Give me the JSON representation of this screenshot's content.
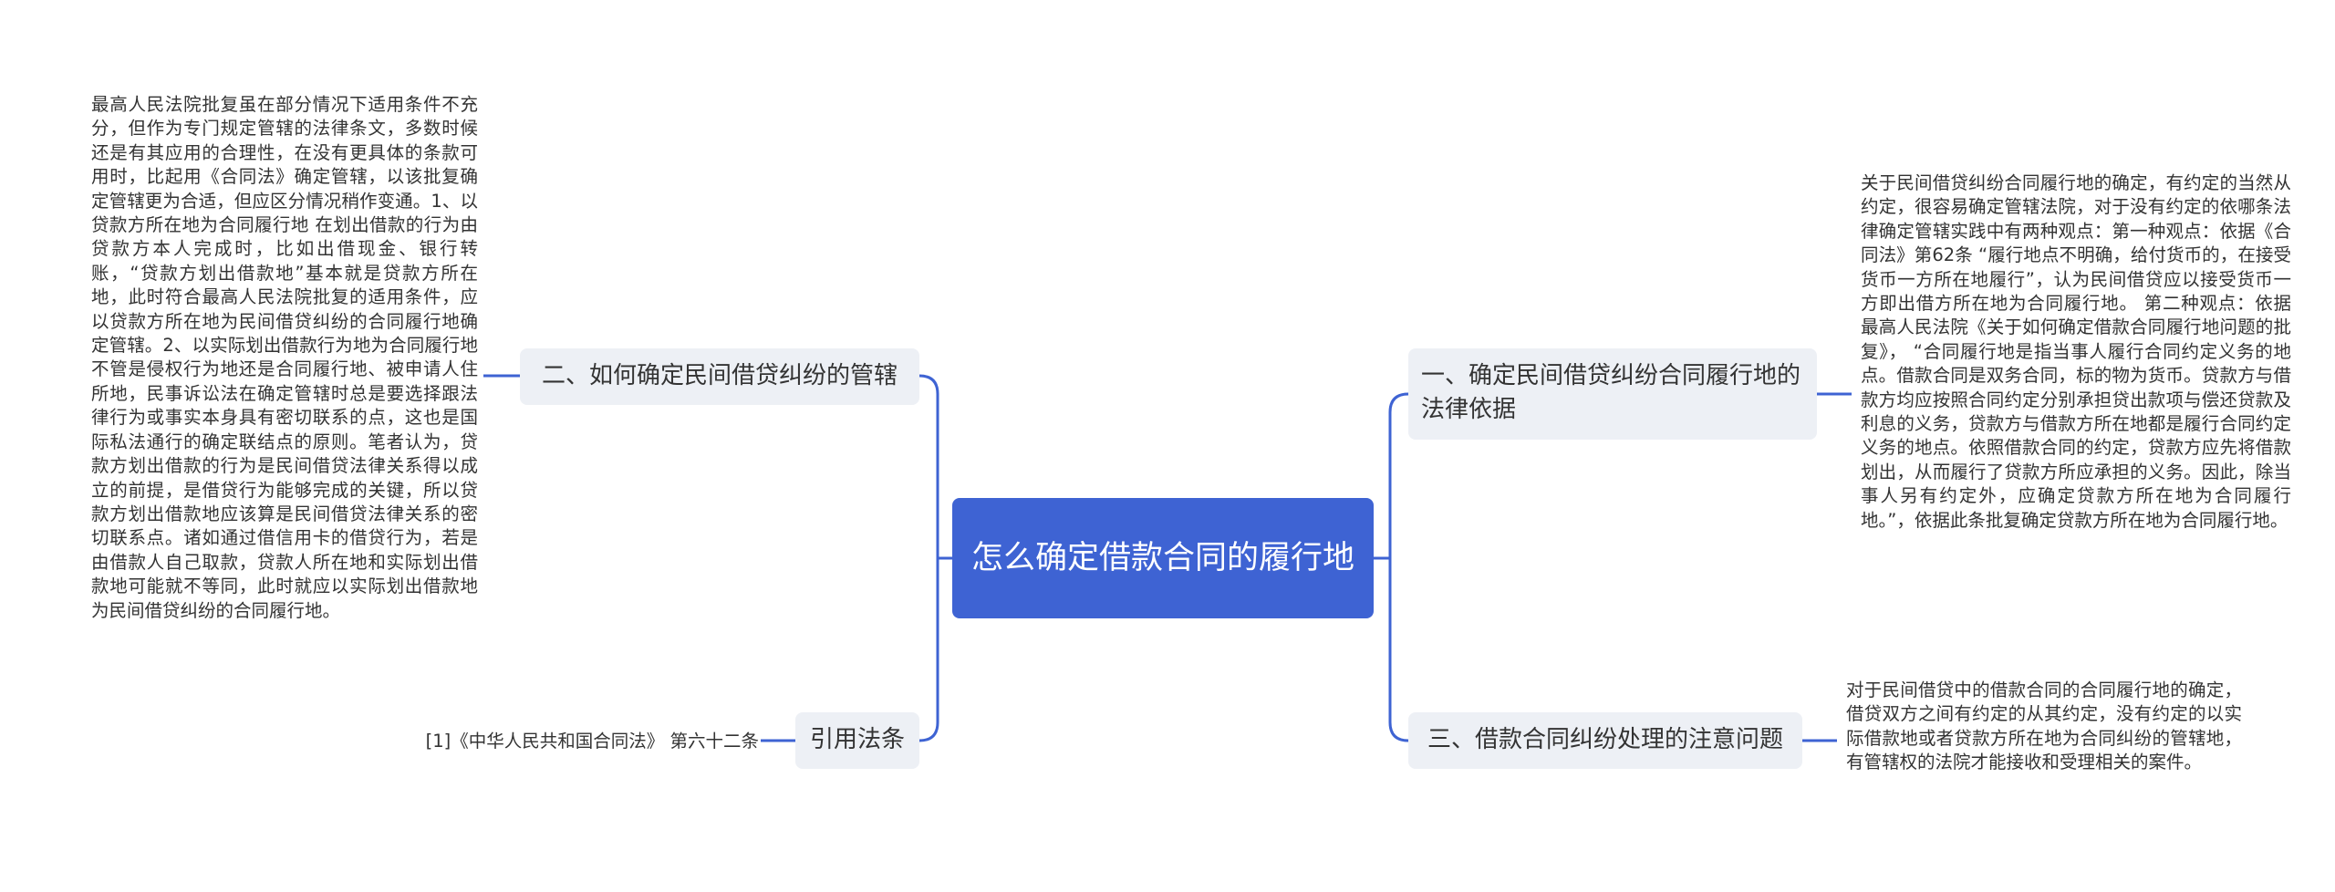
{
  "mindmap": {
    "root": {
      "label": "怎么确定借款合同的履行地"
    },
    "left": [
      {
        "label": "二、如何确定民间借贷纠纷的管辖",
        "detail": "最高人民法院批复虽在部分情况下适用条件不充分，但作为专门规定管辖的法律条文，多数时候还是有其应用的合理性，在没有更具体的条款可用时，比起用《合同法》确定管辖，以该批复确定管辖更为合适，但应区分情况稍作变通。1、以贷款方所在地为合同履行地 在划出借款的行为由贷款方本人完成时，比如出借现金、银行转账，“贷款方划出借款地”基本就是贷款方所在地，此时符合最高人民法院批复的适用条件，应以贷款方所在地为民间借贷纠纷的合同履行地确定管辖。2、以实际划出借款行为地为合同履行地不管是侵权行为地还是合同履行地、被申请人住所地，民事诉讼法在确定管辖时总是要选择跟法律行为或事实本身具有密切联系的点，这也是国际私法通行的确定联结点的原则。笔者认为，贷款方划出借款的行为是民间借贷法律关系得以成立的前提，是借贷行为能够完成的关键，所以贷款方划出借款地应该算是民间借贷法律关系的密切联系点。诸如通过借信用卡的借贷行为，若是由借款人自己取款，贷款人所在地和实际划出借款地可能就不等同，此时就应以实际划出借款地为民间借贷纠纷的合同履行地。"
      },
      {
        "label": "引用法条",
        "detail": "[1]《中华人民共和国合同法》 第六十二条"
      }
    ],
    "right": [
      {
        "label": "一、确定民间借贷纠纷合同履行地的法律依据",
        "detail": "关于民间借贷纠纷合同履行地的确定，有约定的当然从约定，很容易确定管辖法院，对于没有约定的依哪条法律确定管辖实践中有两种观点：第一种观点：依据《合同法》第62条 “履行地点不明确，给付货币的，在接受货币一方所在地履行”，认为民间借贷应以接受货币一方即出借方所在地为合同履行地。 第二种观点：依据最高人民法院《关于如何确定借款合同履行地问题的批复》， “合同履行地是指当事人履行合同约定义务的地点。借款合同是双务合同，标的物为货币。贷款方与借款方均应按照合同约定分别承担贷出款项与偿还贷款及利息的义务，贷款方与借款方所在地都是履行合同约定义务的地点。依照借款合同的约定，贷款方应先将借款划出，从而履行了贷款方所应承担的义务。因此，除当事人另有约定外，应确定贷款方所在地为合同履行地。”，依据此条批复确定贷款方所在地为合同履行地。"
      },
      {
        "label": "三、借款合同纠纷处理的注意问题",
        "detail": "对于民间借贷中的借款合同的合同履行地的确定，借贷双方之间有约定的从其约定，没有约定的以实际借款地或者贷款方所在地为合同纠纷的管辖地，有管辖权的法院才能接收和受理相关的案件。"
      }
    ]
  },
  "colors": {
    "root_fill": "#3e63d3",
    "root_text": "#ffffff",
    "branch_fill": "#edf0f5",
    "connector": "#3e63d3",
    "text": "#333333",
    "background": "#ffffff"
  }
}
